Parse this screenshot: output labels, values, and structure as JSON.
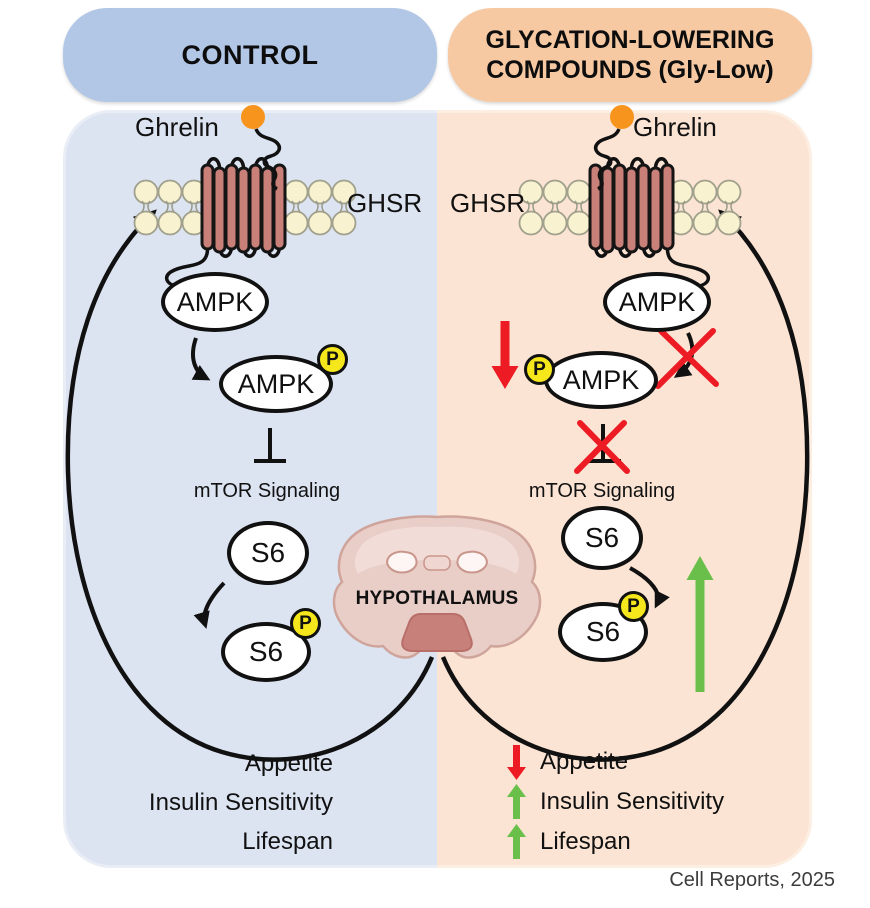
{
  "colors": {
    "control_header_bg": "#b2c6e6",
    "control_panel_bg": "#dce3f1",
    "glylow_header_bg": "#f6c9a3",
    "glylow_panel_bg": "#fbe4d4",
    "phospho_yellow": "#f5e71c",
    "ghrelin_orange": "#f7941d",
    "decrease_red": "#ed1c24",
    "increase_green": "#6abf4b",
    "receptor_helix_rose": "#c98078",
    "hypothalamus_rose": "#c8807a"
  },
  "control": {
    "title": "CONTROL",
    "ghrelin_label": "Ghrelin",
    "receptor_label": "GHSR",
    "ampk_label": "AMPK",
    "ampk_p_label": "AMPK",
    "phospho_label": "P",
    "mtor_label": "mTOR Signaling",
    "s6_label": "S6",
    "s6_p_label": "S6",
    "outcomes": [
      "Appetite",
      "Insulin Sensitivity",
      "Lifespan"
    ]
  },
  "glylow": {
    "title_line1": "GLYCATION-LOWERING",
    "title_line2": "COMPOUNDS (Gly-Low)",
    "ghrelin_label": "Ghrelin",
    "receptor_label": "GHSR",
    "ampk_label": "AMPK",
    "ampk_p_label": "AMPK",
    "phospho_label": "P",
    "mtor_label": "mTOR Signaling",
    "s6_label": "S6",
    "s6_p_label": "S6",
    "outcomes": [
      {
        "label": "Appetite",
        "direction": "down"
      },
      {
        "label": "Insulin Sensitivity",
        "direction": "up"
      },
      {
        "label": "Lifespan",
        "direction": "up"
      }
    ]
  },
  "center": {
    "hypothalamus_label": "HYPOTHALAMUS"
  },
  "footer": {
    "citation": "Cell Reports, 2025"
  }
}
